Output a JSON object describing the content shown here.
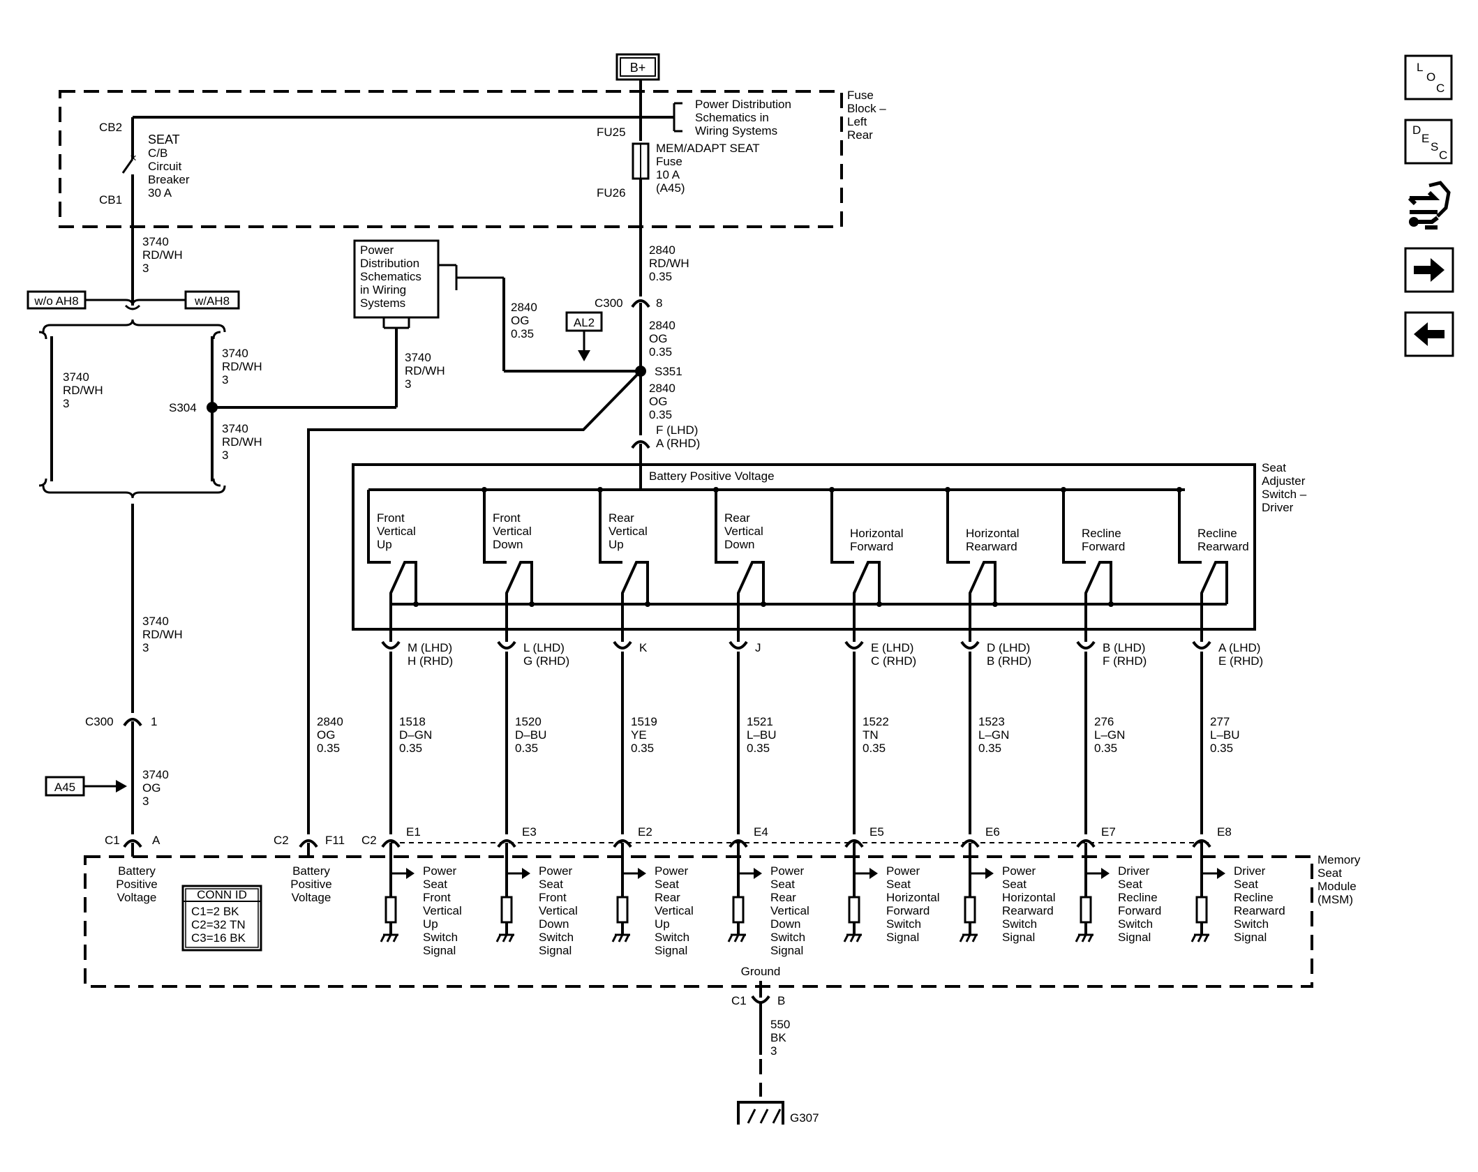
{
  "power": {
    "bplus": "B+"
  },
  "fuse_block": {
    "label": [
      "Fuse",
      "Block –",
      "Left",
      "Rear"
    ],
    "power_dist": [
      "Power Distribution",
      "Schematics in",
      "Wiring Systems"
    ],
    "cb2": "CB2",
    "cb1": "CB1",
    "cb_label": [
      "SEAT",
      "C/B",
      "Circuit",
      "Breaker",
      "30 A"
    ],
    "fu25": "FU25",
    "fu26": "FU26",
    "fuse_label": [
      "MEM/ADAPT SEAT",
      "Fuse",
      "10 A",
      "(A45)"
    ]
  },
  "left_branch": {
    "wire_top": [
      "3740",
      "RD/WH",
      "3"
    ],
    "option_wo": "w/o AH8",
    "option_w": "w/AH8",
    "wire_wo": [
      "3740",
      "RD/WH",
      "3"
    ],
    "wire_w_top": [
      "3740",
      "RD/WH",
      "3"
    ],
    "wire_w_bot": [
      "3740",
      "RD/WH",
      "3"
    ],
    "splice": "S304",
    "wire_mid": [
      "3740",
      "RD/WH",
      "3"
    ],
    "c300": "C300",
    "c300_pin": "1",
    "wire_bot": [
      "3740",
      "OG",
      "3"
    ],
    "ref": "A45"
  },
  "power_dist_box": {
    "text": [
      "Power",
      "Distribution",
      "Schematics",
      "in Wiring",
      "Systems"
    ],
    "wire": [
      "3740",
      "RD/WH",
      "3"
    ]
  },
  "center": {
    "wire_fuse": [
      "2840",
      "RD/WH",
      "0.35"
    ],
    "c300": "C300",
    "c300_pin": "8",
    "wire_a": [
      "2840",
      "OG",
      "0.35"
    ],
    "wire_side": [
      "2840",
      "OG",
      "0.35"
    ],
    "ref": "AL2",
    "splice": "S351",
    "wire_b": [
      "2840",
      "OG",
      "0.35"
    ],
    "switch_pin": [
      "F (LHD)",
      "A (RHD)"
    ],
    "wire_msm": [
      "2840",
      "OG",
      "0.35"
    ]
  },
  "switch": {
    "label": [
      "Seat",
      "Adjuster",
      "Switch –",
      "Driver"
    ],
    "bpv": "Battery Positive Voltage",
    "items": [
      {
        "name": [
          "Front",
          "Vertical",
          "Up"
        ],
        "pin": [
          "M (LHD)",
          "H (RHD)"
        ],
        "wire": [
          "1518",
          "D–GN",
          "0.35"
        ],
        "msm_pin": "E1",
        "signal": [
          "Power",
          "Seat",
          "Front",
          "Vertical",
          "Up",
          "Switch",
          "Signal"
        ]
      },
      {
        "name": [
          "Front",
          "Vertical",
          "Down"
        ],
        "pin": [
          "L (LHD)",
          "G (RHD)"
        ],
        "wire": [
          "1520",
          "D–BU",
          "0.35"
        ],
        "msm_pin": "E3",
        "signal": [
          "Power",
          "Seat",
          "Front",
          "Vertical",
          "Down",
          "Switch",
          "Signal"
        ]
      },
      {
        "name": [
          "Rear",
          "Vertical",
          "Up"
        ],
        "pin": [
          "K"
        ],
        "wire": [
          "1519",
          "YE",
          "0.35"
        ],
        "msm_pin": "E2",
        "signal": [
          "Power",
          "Seat",
          "Rear",
          "Vertical",
          "Up",
          "Switch",
          "Signal"
        ]
      },
      {
        "name": [
          "Rear",
          "Vertical",
          "Down"
        ],
        "pin": [
          "J"
        ],
        "wire": [
          "1521",
          "L–BU",
          "0.35"
        ],
        "msm_pin": "E4",
        "signal": [
          "Power",
          "Seat",
          "Rear",
          "Vertical",
          "Down",
          "Switch",
          "Signal"
        ]
      },
      {
        "name": [
          "Horizontal",
          "Forward"
        ],
        "pin": [
          "E (LHD)",
          "C (RHD)"
        ],
        "wire": [
          "1522",
          "TN",
          "0.35"
        ],
        "msm_pin": "E5",
        "signal": [
          "Power",
          "Seat",
          "Horizontal",
          "Forward",
          "Switch",
          "Signal"
        ]
      },
      {
        "name": [
          "Horizontal",
          "Rearward"
        ],
        "pin": [
          "D (LHD)",
          "B (RHD)"
        ],
        "wire": [
          "1523",
          "L–GN",
          "0.35"
        ],
        "msm_pin": "E6",
        "signal": [
          "Power",
          "Seat",
          "Horizontal",
          "Rearward",
          "Switch",
          "Signal"
        ]
      },
      {
        "name": [
          "Recline",
          "Forward"
        ],
        "pin": [
          "B (LHD)",
          "F (RHD)"
        ],
        "wire": [
          "276",
          "L–GN",
          "0.35"
        ],
        "msm_pin": "E7",
        "signal": [
          "Driver",
          "Seat",
          "Recline",
          "Forward",
          "Switch",
          "Signal"
        ]
      },
      {
        "name": [
          "Recline",
          "Rearward"
        ],
        "pin": [
          "A (LHD)",
          "E (RHD)"
        ],
        "wire": [
          "277",
          "L–BU",
          "0.35"
        ],
        "msm_pin": "E8",
        "signal": [
          "Driver",
          "Seat",
          "Recline",
          "Rearward",
          "Switch",
          "Signal"
        ]
      }
    ]
  },
  "msm": {
    "label": [
      "Memory",
      "Seat",
      "Module",
      "(MSM)"
    ],
    "c1": "C1",
    "c1_pin": "A",
    "c2": "C2",
    "c2_pin": "F11",
    "c2_sig": "C2",
    "bpv": [
      "Battery",
      "Positive",
      "Voltage"
    ],
    "conn_id": [
      "CONN ID",
      "C1=2 BK",
      "C2=32 TN",
      "C3=16 BK"
    ],
    "ground": "Ground",
    "gnd_c1": "C1",
    "gnd_pin": "B",
    "gnd_wire": [
      "550",
      "BK",
      "3"
    ],
    "gnd_id": "G307"
  },
  "nav": {
    "loc": [
      "L",
      "O",
      "C"
    ],
    "desc": [
      "D",
      "E",
      "S",
      "C"
    ]
  }
}
